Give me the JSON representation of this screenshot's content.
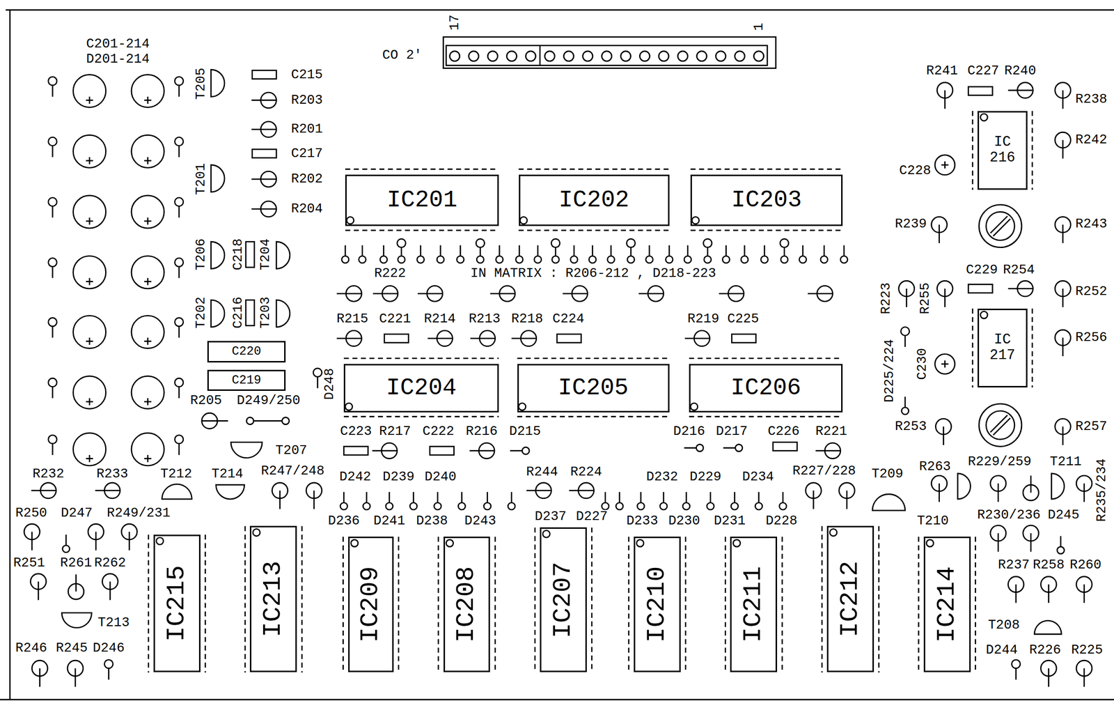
{
  "diagram": {
    "nodes": [
      {
        "text": [
          "IC 216"
        ]
      },
      {
        "text": [
          "IC201"
        ]
      },
      {
        "text": [
          "IC202"
        ]
      },
      {
        "text": [
          "IC203"
        ]
      },
      {
        "text": [
          "IC 217"
        ]
      },
      {
        "text": [
          "C220"
        ]
      },
      {
        "text": [
          "IC204"
        ]
      },
      {
        "text": [
          "IC205"
        ]
      },
      {
        "text": [
          "IC206"
        ]
      },
      {
        "text": [
          "C219"
        ]
      },
      {
        "text": [
          "IC215"
        ]
      },
      {
        "text": [
          "IC213"
        ]
      },
      {
        "text": [
          "IC209"
        ]
      },
      {
        "text": [
          "IC208"
        ]
      },
      {
        "text": [
          "IC207"
        ]
      },
      {
        "text": [
          "IC210"
        ]
      },
      {
        "text": [
          "IC211"
        ]
      },
      {
        "text": [
          "IC212"
        ]
      },
      {
        "text": [
          "IC214"
        ]
      }
    ],
    "labels": [
      "C201-214",
      "D201-214",
      "17",
      "1",
      "CO 2'",
      "C215",
      "R203",
      "R201",
      "C217",
      "R202",
      "R204",
      "T205",
      "T201",
      "T206",
      "C218",
      "T204",
      "T202",
      "C216",
      "T203",
      "R205",
      "D249/250",
      "D248",
      "T207",
      "R222",
      "IN MATRIX : R206-212 , D218-223",
      "R215",
      "C221",
      "R214",
      "R213",
      "R218",
      "C224",
      "R219",
      "C225",
      "C223",
      "R217",
      "C222",
      "R216",
      "D215",
      "D216",
      "D217",
      "C226",
      "R221",
      "R241",
      "C227",
      "R240",
      "R238",
      "R242",
      "C228",
      "R239",
      "R243",
      "C229",
      "R254",
      "R223",
      "R255",
      "R252",
      "R256",
      "D225/224",
      "C230",
      "R253",
      "R257",
      "R263",
      "R229/259",
      "T211",
      "R235/234",
      "T210",
      "R230/236",
      "D245",
      "R237",
      "R258",
      "R260",
      "T208",
      "D244",
      "R226",
      "R225",
      "R232",
      "R233",
      "T212",
      "T214",
      "R247/248",
      "R250",
      "D247",
      "R249/231",
      "R251",
      "R261",
      "R262",
      "T213",
      "R246",
      "R245",
      "D246",
      "D242",
      "D239",
      "D240",
      "R244",
      "R224",
      "D232",
      "D229",
      "D234",
      "R227/228",
      "T209",
      "D236",
      "D241",
      "D238",
      "D243",
      "D237",
      "D227",
      "D233",
      "D230",
      "D231",
      "D228"
    ]
  }
}
